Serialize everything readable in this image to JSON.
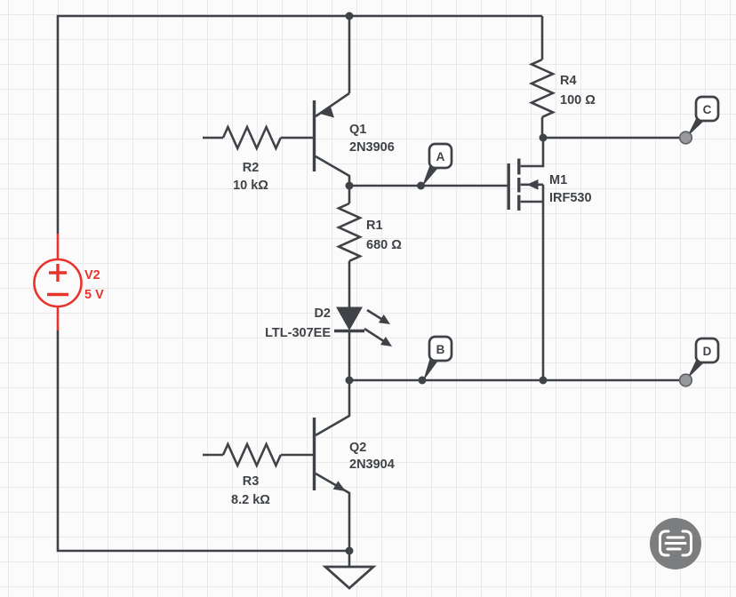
{
  "app": {
    "kind": "circuit-schematic-editor"
  },
  "colors": {
    "wire": "#3f4347",
    "source_red": "#e8332a",
    "terminal_gray": "#97999d",
    "grid": "#e9e9e9",
    "canvas_bg": "#fbfbfb",
    "scan_button_gray": "#7b7d7e"
  },
  "components": {
    "V2": {
      "ref": "V2",
      "value": "5 V"
    },
    "R1": {
      "ref": "R1",
      "value": "680 Ω"
    },
    "R2": {
      "ref": "R2",
      "value": "10 kΩ"
    },
    "R3": {
      "ref": "R3",
      "value": "8.2 kΩ"
    },
    "R4": {
      "ref": "R4",
      "value": "100 Ω"
    },
    "Q1": {
      "ref": "Q1",
      "value": "2N3906"
    },
    "Q2": {
      "ref": "Q2",
      "value": "2N3904"
    },
    "D2": {
      "ref": "D2",
      "value": "LTL-307EE"
    },
    "M1": {
      "ref": "M1",
      "value": "IRF530"
    }
  },
  "net_flags": {
    "A": "A",
    "B": "B",
    "C": "C",
    "D": "D"
  }
}
